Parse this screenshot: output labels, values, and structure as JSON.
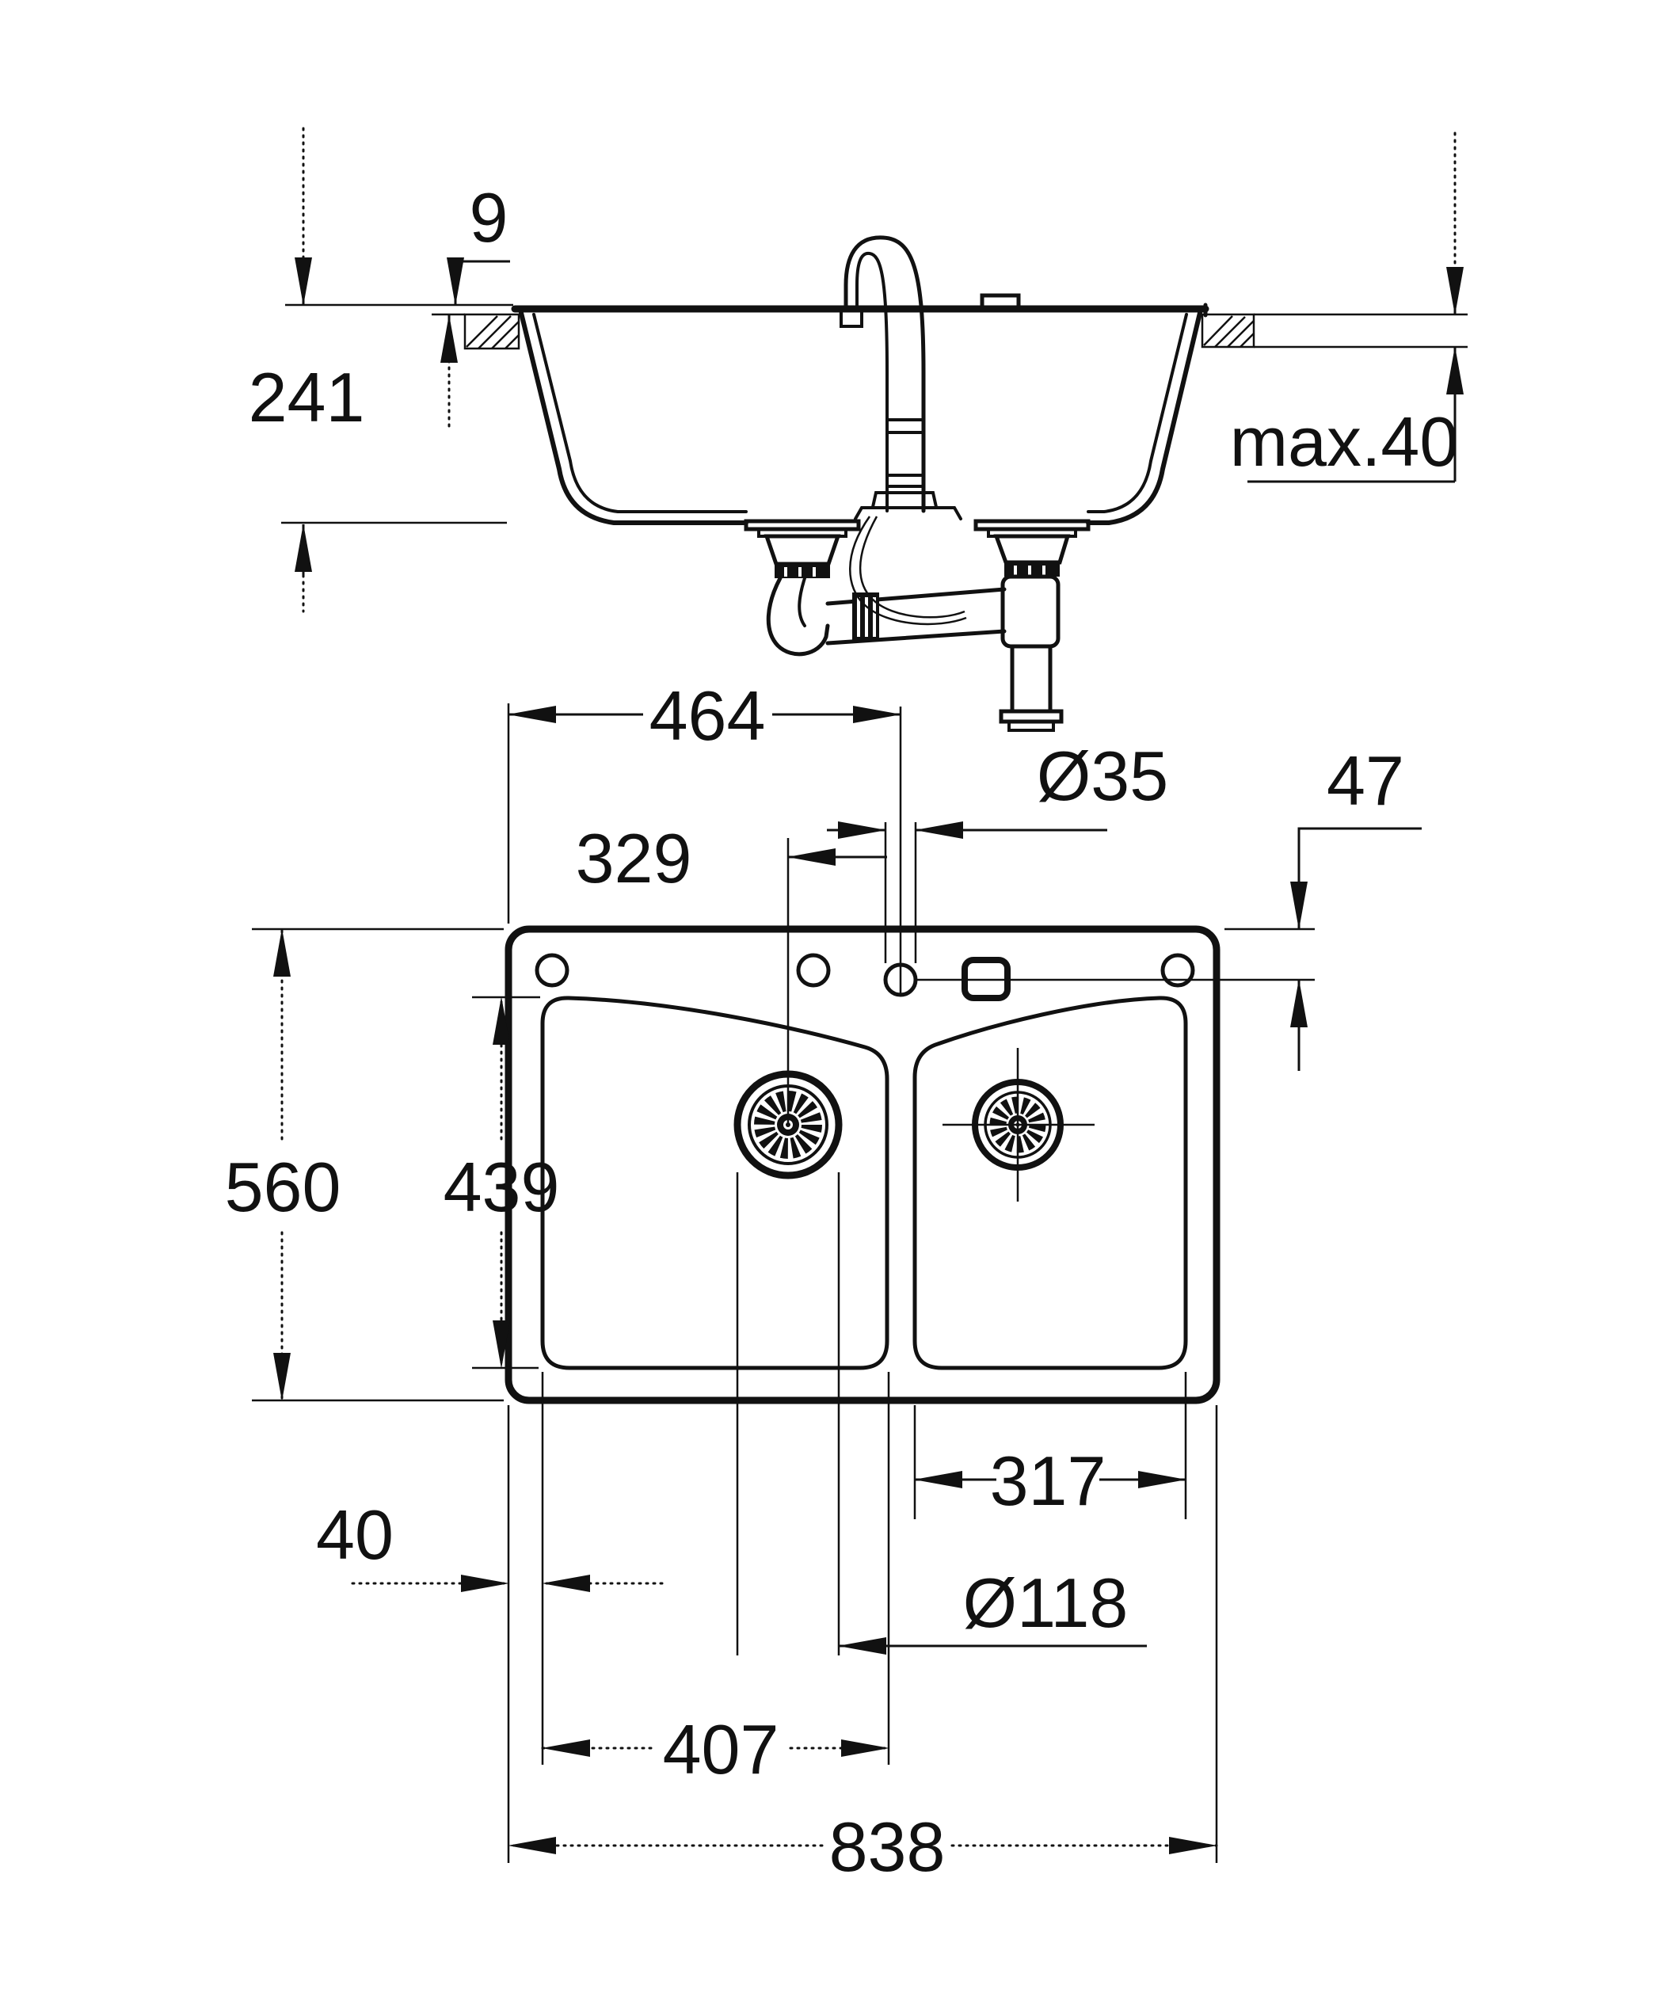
{
  "dims": {
    "rim_above_counter": "9",
    "overall_depth_section": "241",
    "counter_thickness_max": "max.40",
    "faucet_center_from_left": "464",
    "faucet_hole_diameter": "Ø35",
    "drain_center_to_faucet": "329",
    "hole_center_inset": "47",
    "outer_depth": "560",
    "bowl_front_to_back": "439",
    "right_bowl_width": "317",
    "left_rim_width": "40",
    "drain_diameter": "Ø118",
    "left_bowl_width": "407",
    "outer_width": "838"
  }
}
